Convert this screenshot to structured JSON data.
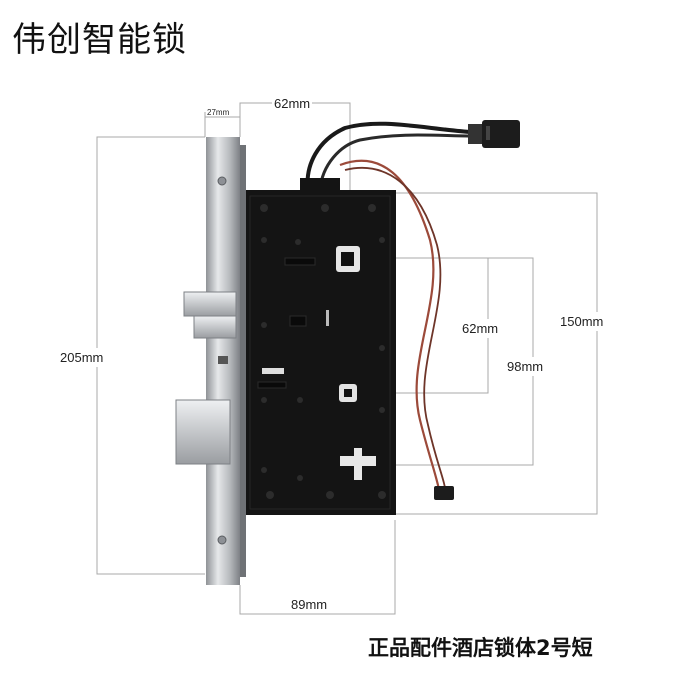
{
  "title": "伟创智能锁",
  "caption": "正品配件酒店锁体2号短",
  "dimensions": {
    "faceplate_width": "27mm",
    "backset": "62mm",
    "total_height": "205mm",
    "case_height": "150mm",
    "spindle_to_cylinder_inner": "62mm",
    "spindle_to_cylinder_outer": "98mm",
    "case_width": "89mm"
  },
  "colors": {
    "lock_case": "#141414",
    "faceplate": "#c9cccf",
    "wire_black": "#1a1a1a",
    "wire_red": "#9c4a3a",
    "dimension_line": "#a8a8a8"
  }
}
